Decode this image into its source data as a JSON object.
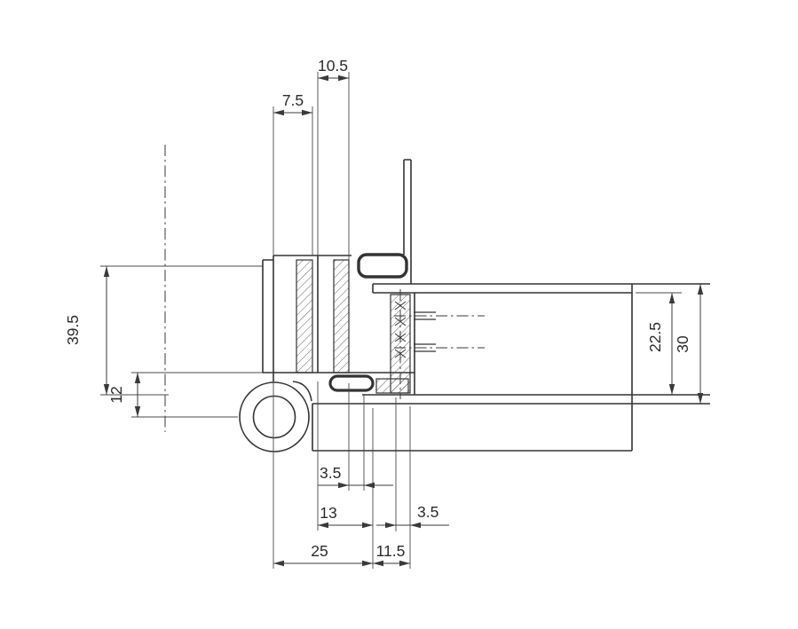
{
  "drawing": {
    "subject": "door hinge cross-section technical drawing",
    "background_color": "#ffffff",
    "line_color": "#3a3a3a"
  },
  "dimensions": {
    "top_pin_offset": "10.5",
    "top_leaf_offset": "7.5",
    "left_total_depth": "39.5",
    "left_axis_offset": "12",
    "right_rebate_depth": "22.5",
    "right_frame_depth": "30",
    "bottom_gap_upper": "3.5",
    "bottom_leaf_width": "13",
    "bottom_gap_lower": "3.5",
    "bottom_knuckle_span": "25",
    "bottom_edge_distance": "11.5"
  }
}
